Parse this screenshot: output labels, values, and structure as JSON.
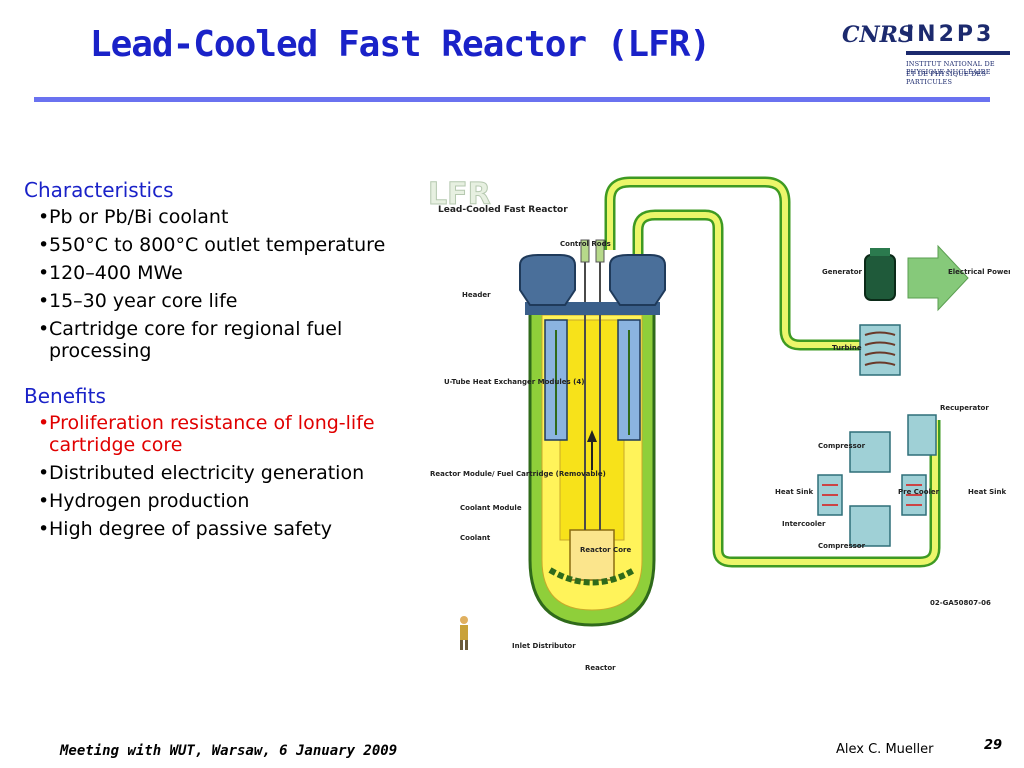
{
  "slide": {
    "title": "Lead-Cooled Fast Reactor  (LFR)",
    "sections": [
      {
        "heading": "Characteristics",
        "items": [
          "Pb or Pb/Bi coolant",
          "550°C to 800°C outlet temperature",
          "120–400 MWe",
          "15–30 year core life",
          "Cartridge core for regional fuel processing"
        ]
      },
      {
        "heading": "Benefits",
        "items": [
          "Proliferation resistance of long-life cartridge core",
          "Distributed electricity generation",
          "Hydrogen production",
          "High degree of passive safety"
        ]
      }
    ],
    "footer": {
      "meeting": "Meeting with WUT, Warsaw, 6 January 2009",
      "author": "Alex C. Mueller",
      "page": "29"
    }
  },
  "logo": {
    "cnrs": "CNRS",
    "in2p3": "IN2P3",
    "line1": "INSTITUT NATIONAL DE PHYSIQUE NUCLÉAIRE",
    "line2": "ET DE PHYSIQUE DES PARTICULES"
  },
  "diagram": {
    "logo": "LFR",
    "title": "Lead-Cooled Fast Reactor",
    "labels": {
      "control_rods": "Control Rods",
      "header": "Header",
      "u_tube": "U-Tube Heat Exchanger Modules (4)",
      "reactor_module": "Reactor Module/ Fuel Cartridge (Removable)",
      "coolant_module": "Coolant Module",
      "coolant": "Coolant",
      "reactor_core": "Reactor Core",
      "inlet_distributor": "Inlet Distributor",
      "reactor": "Reactor",
      "generator": "Generator",
      "electrical_power": "Electrical Power",
      "turbine": "Turbine",
      "recuperator": "Recuperator",
      "compressor1": "Compressor",
      "heat_sink_left": "Heat Sink",
      "pre_cooler": "Pre Cooler",
      "heat_sink_right": "Heat Sink",
      "intercooler": "Intercooler",
      "compressor2": "Compressor",
      "code": "02-GA50807-06"
    },
    "colors": {
      "loop_green": "#4caf2a",
      "coolant_yellow": "#f4e31a",
      "vessel_blue": "#3a5f8a",
      "machine_teal": "#9fd0d6"
    }
  }
}
